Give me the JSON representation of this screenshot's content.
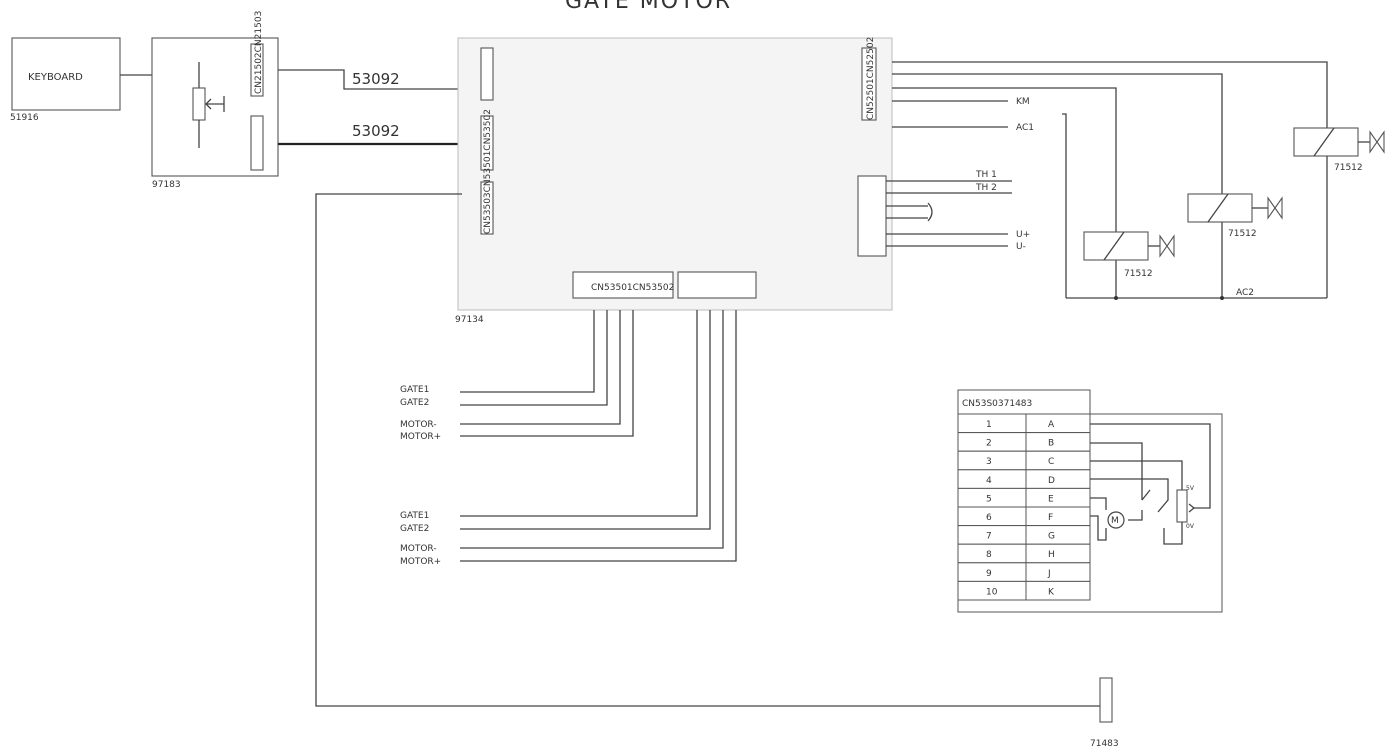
{
  "header": {
    "title": "GATE MOTOR"
  },
  "keyboard": {
    "label": "KEYBOARD",
    "code": "51916"
  },
  "control_module": {
    "code": "97183",
    "connector_top": "CN21502CN21503"
  },
  "cables": {
    "upper": "53092",
    "lower": "53092"
  },
  "main_board": {
    "code": "97134",
    "left_connector": "CN53503CN53501CN53502",
    "right_connector": "CN52501CN52502",
    "bottom_connector": "CN53501CN53502"
  },
  "right_signals": {
    "km": "KM",
    "ac1": "AC1",
    "th1": "TH 1",
    "th2": "TH 2",
    "u_plus": "U+",
    "u_minus": "U-"
  },
  "valves": {
    "v1": "71512",
    "v2": "71512",
    "v3": "71512",
    "ac2": "AC2"
  },
  "outputs_group1": {
    "gate1": "GATE1",
    "gate2": "GATE2",
    "motor_minus": "MOTOR-",
    "motor_plus": "MOTOR+"
  },
  "outputs_group2": {
    "gate1": "GATE1",
    "gate2": "GATE2",
    "motor_minus": "MOTOR-",
    "motor_plus": "MOTOR+"
  },
  "terminal_table": {
    "title": "CN53S0371483",
    "rows": [
      {
        "num": "1",
        "letter": "A"
      },
      {
        "num": "2",
        "letter": "B"
      },
      {
        "num": "3",
        "letter": "C"
      },
      {
        "num": "4",
        "letter": "D"
      },
      {
        "num": "5",
        "letter": "E"
      },
      {
        "num": "6",
        "letter": "F"
      },
      {
        "num": "7",
        "letter": "G"
      },
      {
        "num": "8",
        "letter": "H"
      },
      {
        "num": "9",
        "letter": "J"
      },
      {
        "num": "10",
        "letter": "K"
      }
    ],
    "pot_top_label": "5V",
    "pot_bottom_label": "0V"
  },
  "remote_connector": {
    "code": "71483"
  }
}
